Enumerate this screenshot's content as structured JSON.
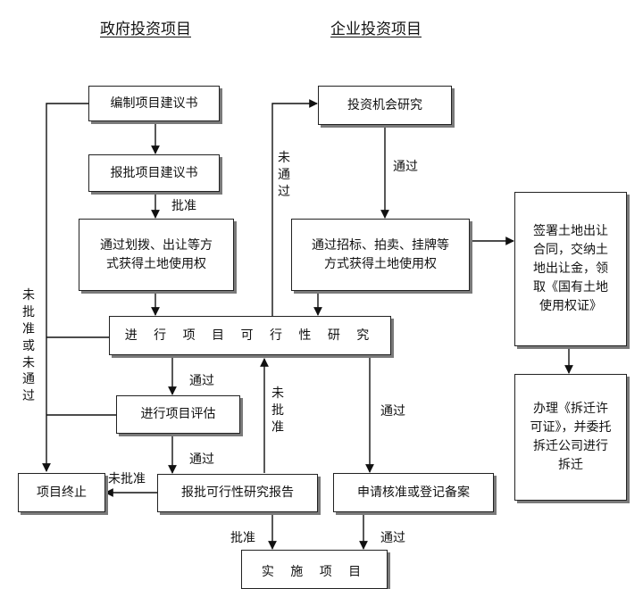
{
  "titles": {
    "government": "政府投资项目",
    "enterprise": "企业投资项目"
  },
  "boxes": {
    "g1": "编制项目建议书",
    "g2": "报批项目建议书",
    "g3": "通过划拨、出让等方\n式获得土地使用权",
    "feasibility": "进 行 项 目 可 行 性 研 究",
    "evaluate": "进行项目评估",
    "report": "报批可行性研究报告",
    "terminate": "项目终止",
    "e1": "投资机会研究",
    "e2": "通过招标、拍卖、挂牌等\n方式获得土地使用权",
    "sign": "签署土地出让\n合同，交纳土\n地出让金，领\n取《国有土地\n使用权证》",
    "demolish": "办理《拆迁许\n可证》，并委托\n拆迁公司进行\n拆迁",
    "apply": "申请核准或登记备案",
    "implement": "实 施 项 目"
  },
  "labels": {
    "approve1": "批准",
    "pass_e": "通过",
    "not_pass_v": "未\n通\n过",
    "not_approved_or_failed": "未\n批\n准\n或\n未\n通\n过",
    "pass_eval": "通过",
    "pass_report": "通过",
    "not_approved_h": "未批准",
    "not_approved_v": "未\n批\n准",
    "pass_apply": "通过",
    "approve_impl": "批准",
    "pass_impl": "通过"
  }
}
